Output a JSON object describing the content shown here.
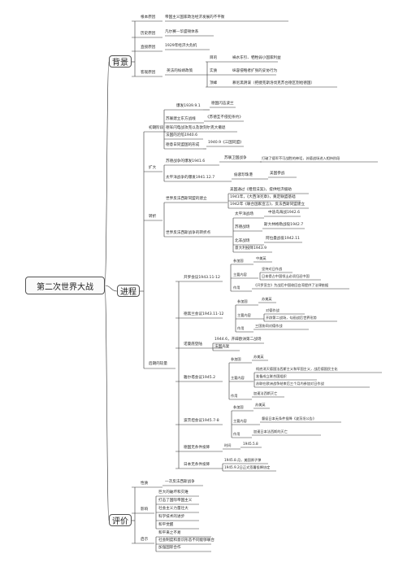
{
  "central": "第二次世界大战",
  "background": {
    "label": "背景",
    "root_cause": {
      "label": "根本原因",
      "text": "帝国主义国家政治经济发展的不平衡"
    },
    "history_cause": {
      "label": "历史原因",
      "text": "凡尔赛—华盛顿体系"
    },
    "direct_cause": {
      "label": "直接原因",
      "text": "1929年经济大危机"
    },
    "objective_cause": {
      "label": "客观原因",
      "mid": "英法的绥靖政策",
      "items": [
        {
          "label": "目的",
          "text": "祸水东引、牺牲弱小国家利益"
        },
        {
          "label": "实质",
          "text": "纵容侵略者扩张的妥协行为"
        },
        {
          "label": "顶峰",
          "text": "慕尼黑阴谋（把捷克斯洛伐克苏台德区割给德国）"
        }
      ]
    }
  },
  "process": {
    "label": "进程",
    "early": {
      "label": "初期阶段",
      "items": [
        {
          "text": "爆发1939.9.1",
          "sub": "德国闪击波兰"
        },
        {
          "text": "苏联建立东方战线",
          "sub": "《苏德互不侵犯条约》"
        },
        {
          "text": "德军闪电战攻克以及敦刻尔克大撤退"
        },
        {
          "text": "法国的沦陷1940.6"
        },
        {
          "text": "德意日同盟国的形成",
          "sub": "1940.9《三国同盟》"
        }
      ]
    },
    "expand": {
      "label": "扩大",
      "soviet": {
        "text": "苏德战争的爆发1941.6",
        "mid": "苏联卫国战争",
        "sub": "打破了德军不可战胜的神话，苏德战场进入相持阶段"
      },
      "pacific": {
        "text": "太平洋战争的爆发1941.12.7",
        "mid": "偷袭珍珠港",
        "sub": "美国参战"
      }
    },
    "turn": {
      "label": "转折",
      "alliance": {
        "text": "世界反法西斯同盟的建立",
        "items": [
          "美国通过《租借法案》，提供经济援助",
          "1941年，《大西洋宪章》，奠定联盟基础",
          "1942年《联合国家宣言》，反法西斯同盟建立"
        ]
      },
      "battles": {
        "text": "世界反法西斯战争的转折点",
        "items": [
          {
            "text": "太平洋战场",
            "sub": "中途岛海战1942.6"
          },
          {
            "text": "苏德战场",
            "sub": "斯大林格勒战役1942.7"
          },
          {
            "text": "北非战场",
            "sub": "阿拉曼战役1942.11"
          },
          {
            "text": "意大利投降1943.9"
          }
        ]
      }
    },
    "late": {
      "label": "后期的较量",
      "cairo": {
        "text": "开罗会议1943.11-12",
        "rows": [
          {
            "label": "参加国",
            "text": "中美英"
          },
          {
            "label": "主要内容",
            "items": [
              "坚持对日作战",
              "日本侵占中国领土必须归还中国"
            ]
          },
          {
            "label": "作用",
            "text": "《开罗宣言》为战后中国收回台湾提供了法律依据"
          }
        ]
      },
      "tehran": {
        "text": "德黑兰会议1943.11-12",
        "rows": [
          {
            "label": "参加国",
            "text": "苏美英"
          },
          {
            "label": "主要内容",
            "items": [
              "对德作战",
              "开辟第二战场，勾画战后世界形势"
            ]
          },
          {
            "label": "作用",
            "text": "三国协同对德作战"
          }
        ]
      },
      "normandy": {
        "text": "诺曼底登陆",
        "items": [
          "1944.6，开辟欧洲第二战场",
          "法国光复"
        ]
      },
      "yalta": {
        "text": "雅尔塔会议1945.2",
        "rows": [
          {
            "label": "参加国",
            "text": "苏美英"
          },
          {
            "label": "主要内容",
            "items": [
              "彻底消灭德国法西斯主义和军国主义，战后德国民主化",
              "准备成立联合国组织",
              "苏联在欧洲战争结束后三个月内参加对日作战"
            ]
          },
          {
            "label": "作用",
            "text": "加速法西斯灭亡"
          }
        ]
      },
      "potsdam": {
        "text": "波茨坦会议1945.7-8",
        "rows": [
          {
            "label": "参加国",
            "text": "苏美英"
          },
          {
            "label": "主要内容",
            "text": "督促日本无条件投降《波茨坦公告》"
          },
          {
            "label": "作用",
            "text": "加速日本法西斯的灭亡"
          }
        ]
      },
      "germany": {
        "text": "德国无条件投降",
        "mid": "时间",
        "sub": "1945.5.8"
      },
      "japan": {
        "text": "日本无条件投降",
        "items": [
          "1945.8.月，美国原子弹",
          "1945.9.2日正式签署投降协定"
        ]
      }
    }
  },
  "evaluation": {
    "label": "评价",
    "nature": {
      "label": "性质",
      "text": "一次反法西斯战争"
    },
    "impact": {
      "label": "影响",
      "items": [
        "巨大的破坏和灾难",
        "打击了国际帝国主义",
        "社会主义力量壮大",
        "科学技术的进步",
        "和平觉醒"
      ]
    },
    "inspiration": {
      "label": "启示",
      "items": [
        "和平来之不易",
        "社会制度和意识形态不同能够联合",
        "加强国际合作"
      ]
    }
  }
}
